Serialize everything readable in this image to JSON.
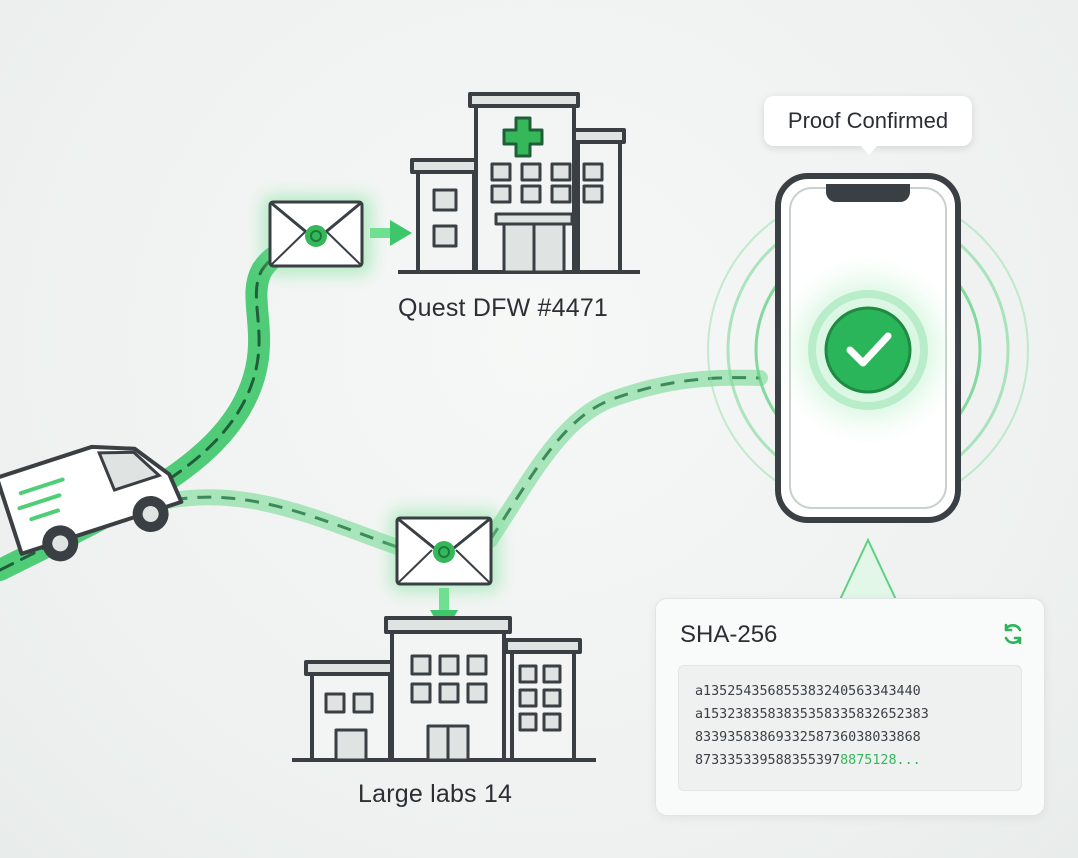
{
  "labels": {
    "top_facility": "Quest DFW #4471",
    "bottom_facility": "Large labs 14"
  },
  "proof": {
    "status": "Proof Confirmed"
  },
  "hash": {
    "title": "SHA-256",
    "lines": [
      "a135254356855383240563343440",
      "a1532383583835358335832652383",
      "8339358386933258736038033868"
    ],
    "last_line_plain": "873335339588355397",
    "last_line_highlight": "8875128...",
    "refresh_icon": "refresh-icon"
  },
  "colors": {
    "route_green": "#3ec76a",
    "route_dark_dash": "#2e6b45",
    "accent_green": "#2bb55a",
    "building_stroke": "#3a3f44",
    "building_fill": "#f3f5f4",
    "window_fill": "#dfe3e2"
  }
}
